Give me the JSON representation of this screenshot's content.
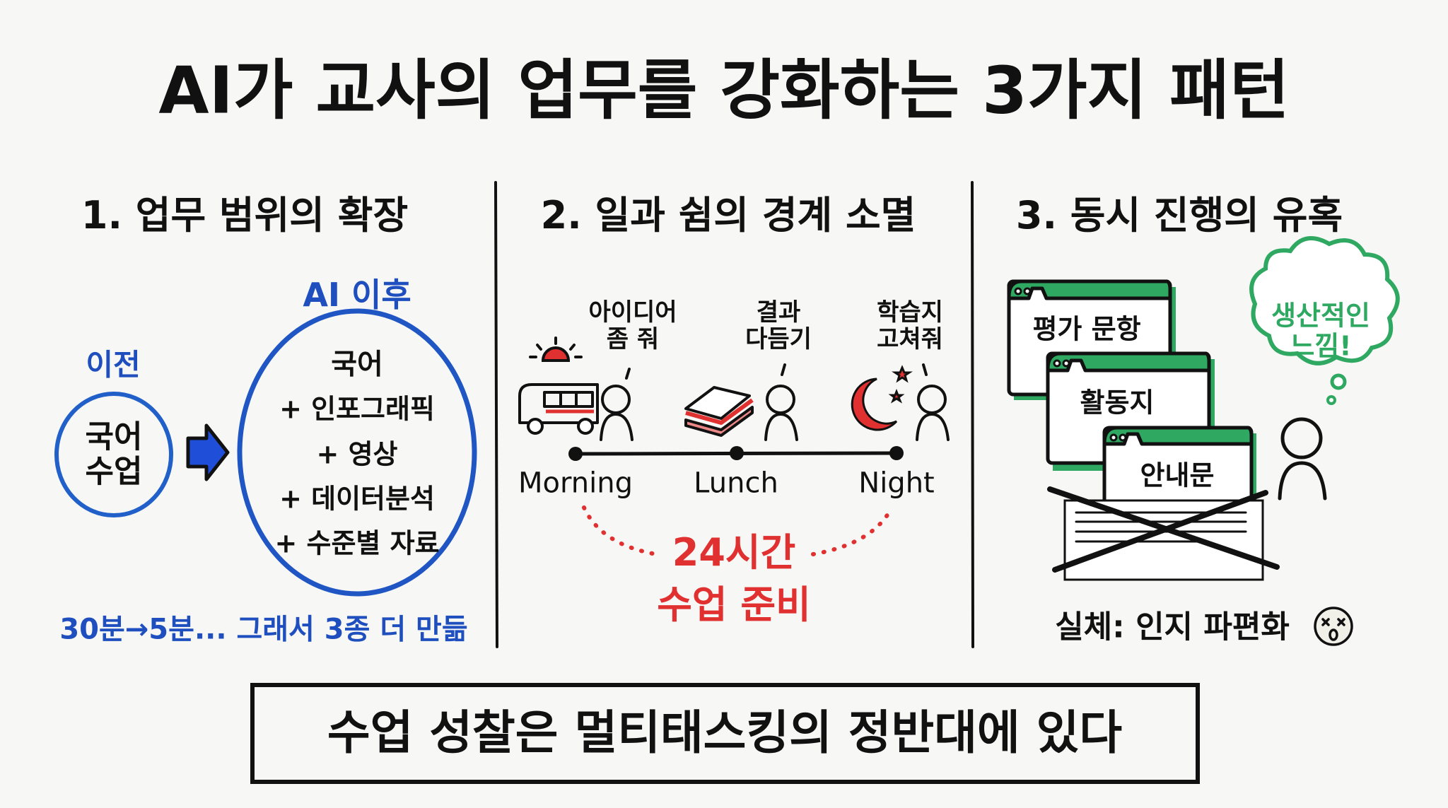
{
  "title": "AI가 교사의 업무를 강화하는 3가지 패턴",
  "colors": {
    "blue": "#1f4fbf",
    "red": "#e03030",
    "green": "#2fa862",
    "ink": "#111111"
  },
  "section1": {
    "heading": "1. 업무 범위의 확장",
    "before_label": "이전",
    "before_lines": [
      "국어",
      "수업"
    ],
    "after_label": "AI 이후",
    "after_items": [
      "국어",
      "+ 인포그래픽",
      "+ 영상",
      "+ 데이터분석",
      "+ 수준별 자료"
    ],
    "note": "30분→5분... 그래서 3종 더 만듦",
    "icons": [
      "arrow-right-icon"
    ]
  },
  "section2": {
    "heading": "2. 일과 쉼의 경계 소멸",
    "moments": [
      {
        "time": "Morning",
        "speech": [
          "아이디어",
          "좀 줘"
        ],
        "icon": "bus-sun-icon"
      },
      {
        "time": "Lunch",
        "speech": [
          "결과",
          "다듬기"
        ],
        "icon": "sandwich-icon"
      },
      {
        "time": "Night",
        "speech": [
          "학습지",
          "고쳐줘"
        ],
        "icon": "moon-stars-icon"
      }
    ],
    "highlight": [
      "24시간",
      "수업 준비"
    ]
  },
  "section3": {
    "heading": "3. 동시 진행의 유혹",
    "windows": [
      "평가 문항",
      "활동지",
      "안내문"
    ],
    "thought": [
      "생산적인",
      "느낌!"
    ],
    "reality": "실체: 인지 파편화",
    "icons": [
      "crossed-document-icon",
      "dizzy-face-icon",
      "person-icon"
    ]
  },
  "conclusion": "수업 성찰은 멀티태스킹의 정반대에 있다"
}
